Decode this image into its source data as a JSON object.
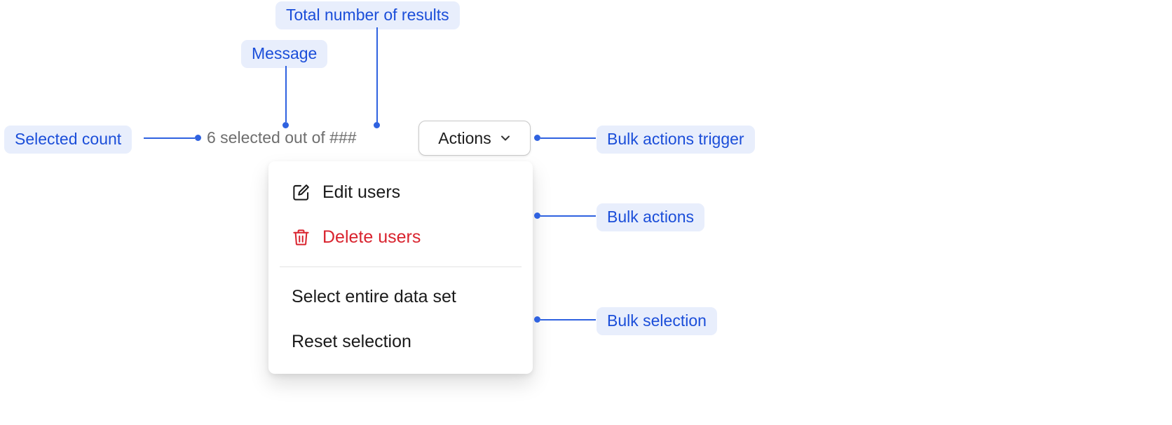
{
  "annotations": {
    "total_results": "Total number of results",
    "message": "Message",
    "selected_count": "Selected count",
    "bulk_actions_trigger": "Bulk actions trigger",
    "bulk_actions": "Bulk actions",
    "bulk_selection": "Bulk selection"
  },
  "component": {
    "message": "6 selected out of ###",
    "actions_label": "Actions",
    "menu": {
      "items": [
        {
          "label": "Edit users",
          "icon": "edit-icon",
          "destructive": false
        },
        {
          "label": "Delete users",
          "icon": "trash-icon",
          "destructive": true
        },
        {
          "label": "Select entire data set",
          "icon": "",
          "destructive": false
        },
        {
          "label": "Reset selection",
          "icon": "",
          "destructive": false
        }
      ]
    }
  },
  "colors": {
    "annotation_text": "#1b4ed9",
    "annotation_background": "#e8eefc",
    "connector": "#2f62e0",
    "destructive": "#d9232e",
    "muted_text": "#6e6e6e"
  }
}
